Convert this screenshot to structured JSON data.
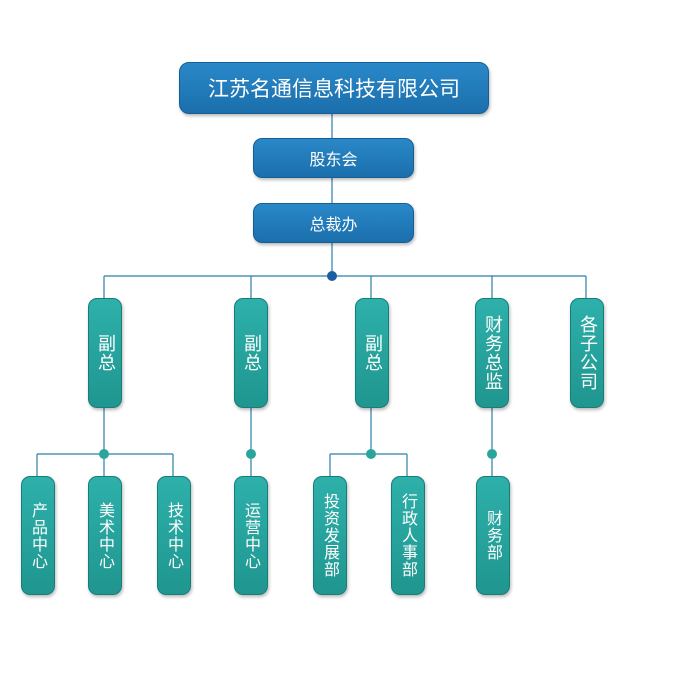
{
  "company": "江苏名通信息科技有限公司",
  "shareholders": "股东会",
  "president_office": "总裁办",
  "level2": [
    {
      "id": "vp1",
      "label": "副总"
    },
    {
      "id": "vp2",
      "label": "副总"
    },
    {
      "id": "vp3",
      "label": "副总"
    },
    {
      "id": "cfo",
      "label": "财务总监"
    },
    {
      "id": "subs",
      "label": "各子公司"
    }
  ],
  "level3": [
    {
      "id": "product",
      "label": "产品中心"
    },
    {
      "id": "art",
      "label": "美术中心"
    },
    {
      "id": "tech",
      "label": "技术中心"
    },
    {
      "id": "ops",
      "label": "运营中心"
    },
    {
      "id": "invest",
      "label": "投资发展部"
    },
    {
      "id": "hr",
      "label": "行政人事部"
    },
    {
      "id": "finance",
      "label": "财务部"
    }
  ],
  "colors": {
    "top_fill": "#1f7bbd",
    "dept_fill": "#26a6a0",
    "connector": "#2a7fa8",
    "dot_top": "#1c5ea3",
    "dot_lower": "#2aa59c"
  }
}
